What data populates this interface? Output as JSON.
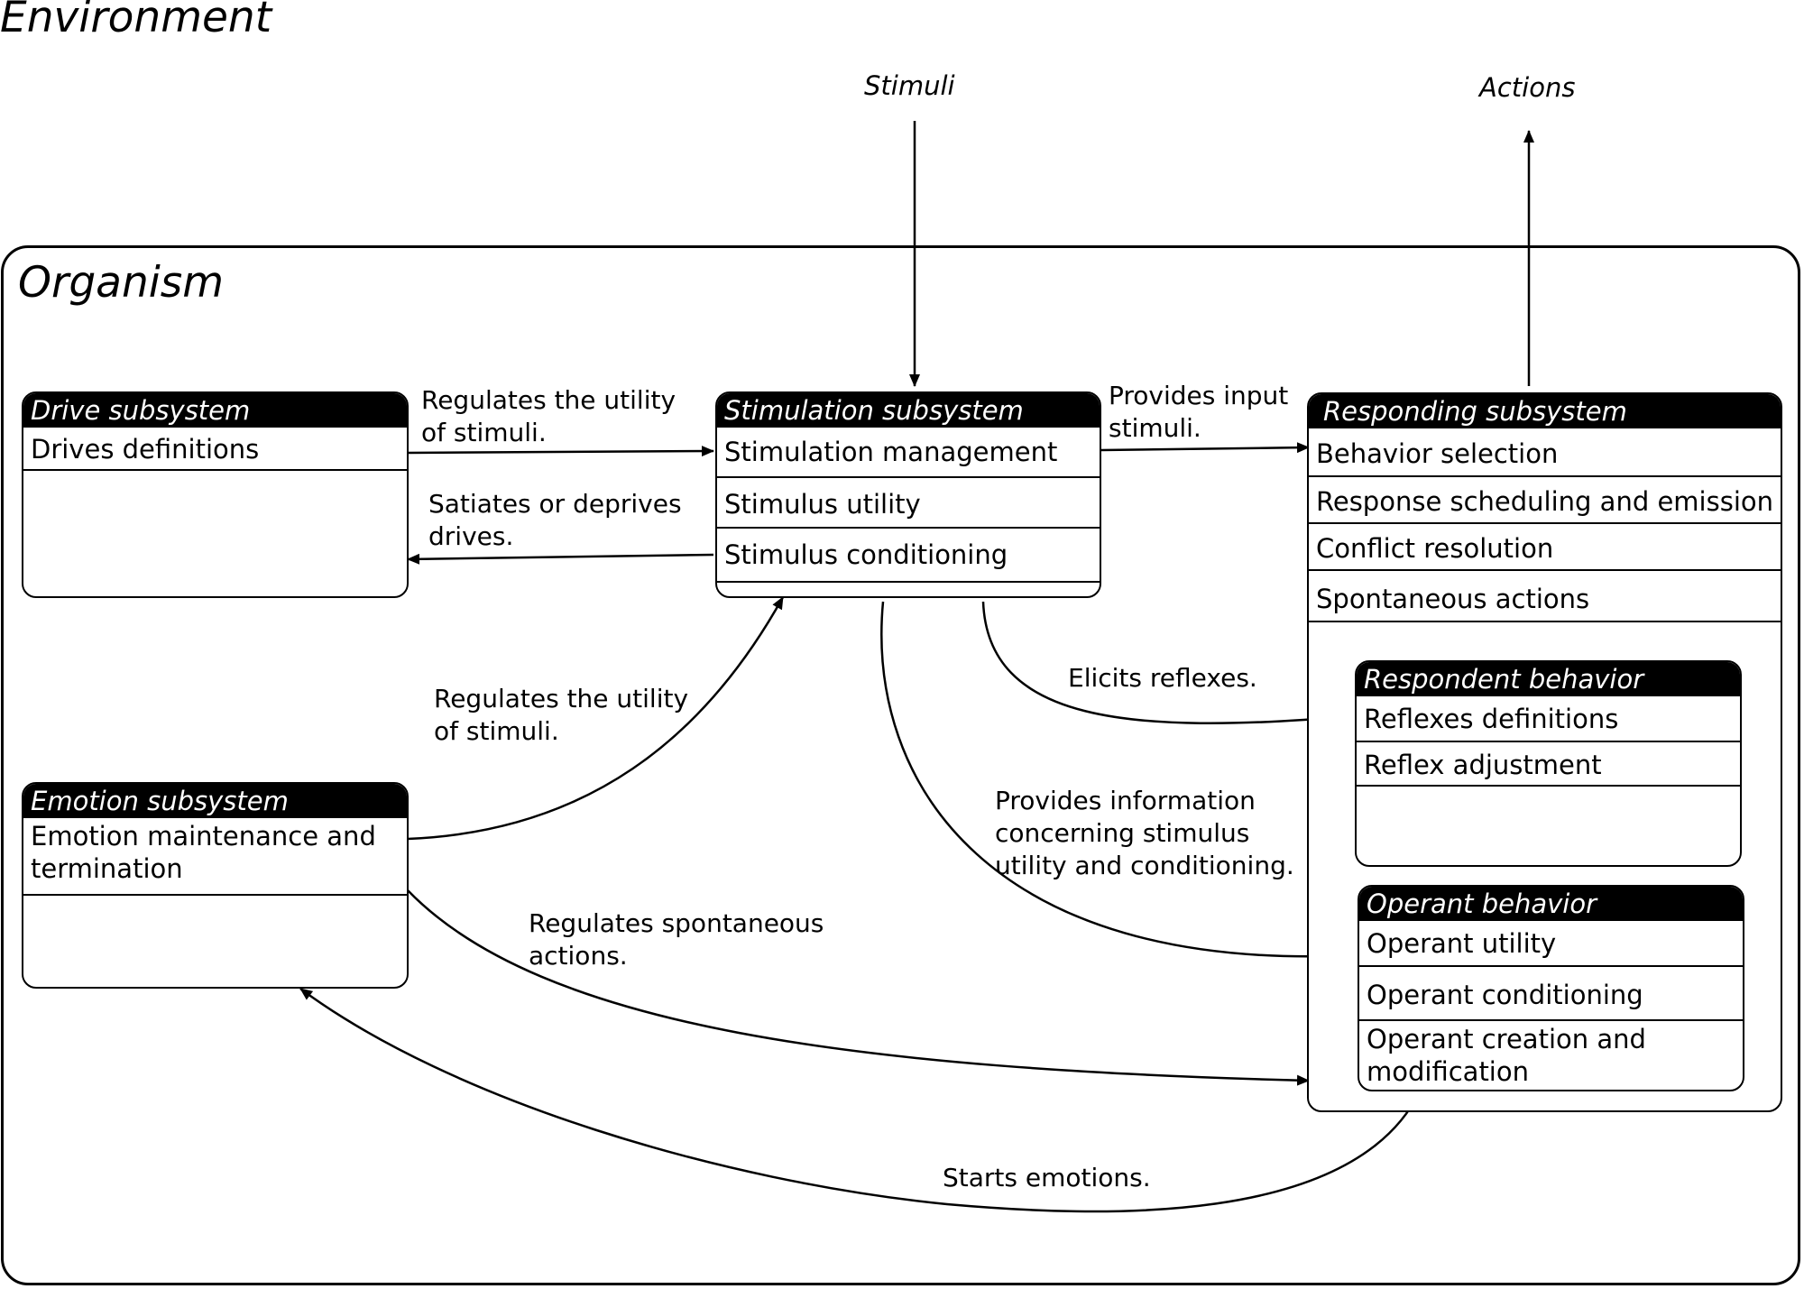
{
  "environment_title": "Environment",
  "stimuli_label": "Stimuli",
  "actions_label": "Actions",
  "organism_title": "Organism",
  "drive": {
    "title": "Drive subsystem",
    "rows": [
      "Drives definitions"
    ]
  },
  "stimulation": {
    "title": "Stimulation subsystem",
    "rows": [
      "Stimulation management",
      "Stimulus utility",
      "Stimulus conditioning"
    ]
  },
  "responding": {
    "title": "Responding subsystem",
    "rows": [
      "Behavior selection",
      "Response scheduling and emission",
      "Conflict resolution",
      "Spontaneous actions"
    ]
  },
  "emotion": {
    "title": "Emotion subsystem",
    "rows": [
      "Emotion maintenance and termination"
    ]
  },
  "respondent": {
    "title": "Respondent behavior",
    "rows": [
      "Reflexes definitions",
      "Reflex adjustment"
    ]
  },
  "operant": {
    "title": "Operant behavior",
    "rows": [
      "Operant utility",
      "Operant conditioning",
      "Operant creation and modification"
    ]
  },
  "edges": {
    "drive_to_stim": [
      "Regulates the utility",
      "of stimuli."
    ],
    "stim_to_drive": [
      "Satiates or deprives",
      "drives."
    ],
    "stim_to_resp": [
      "Provides input",
      "stimuli."
    ],
    "emotion_to_stim": [
      "Regulates the utility",
      "of stimuli."
    ],
    "elicits": "Elicits reflexes.",
    "provides_info": [
      "Provides information",
      "concerning stimulus",
      "utility and conditioning."
    ],
    "regulates_spont": [
      "Regulates spontaneous",
      "actions."
    ],
    "starts_emotions": "Starts emotions."
  }
}
